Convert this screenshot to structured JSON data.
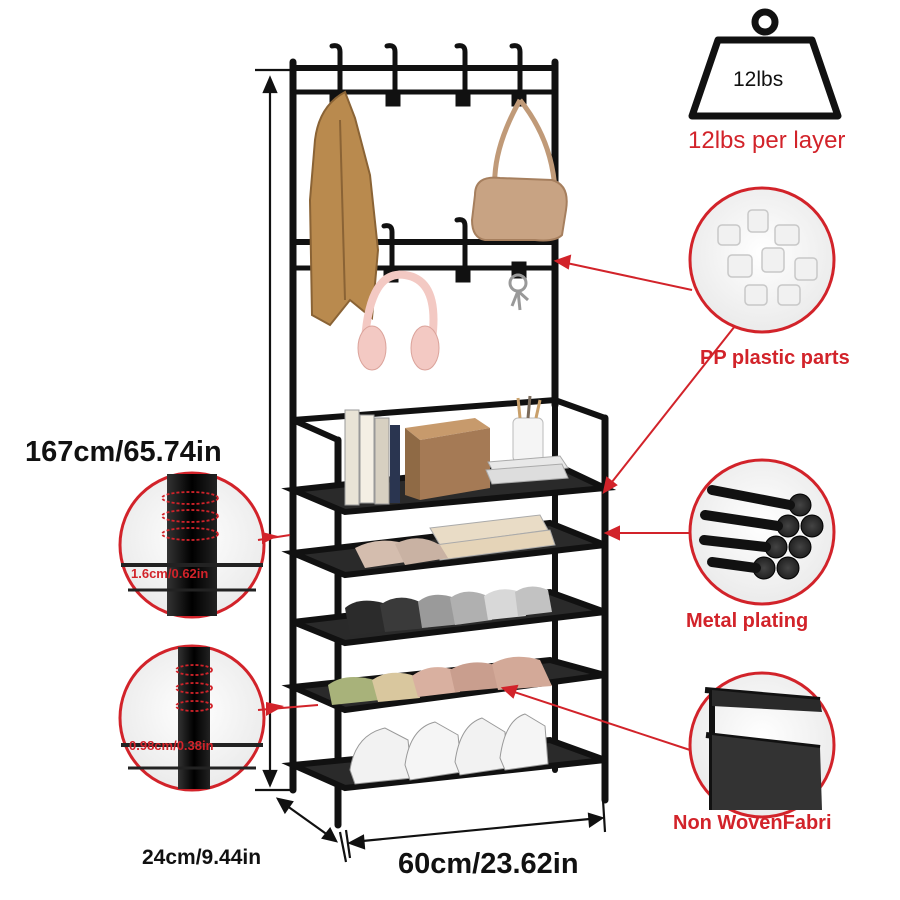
{
  "dimensions": {
    "height": "167cm/65.74in",
    "depth": "24cm/9.44in",
    "width": "60cm/23.62in"
  },
  "weight": {
    "badge_text": "12lbs",
    "caption": "12lbs per layer"
  },
  "tube_details": [
    {
      "label": "1.6cm/0.62in"
    },
    {
      "label": "0.98cm/0.38in"
    }
  ],
  "features": [
    {
      "label": "PP plastic parts"
    },
    {
      "label": "Metal plating"
    },
    {
      "label": "Non WovenFabri"
    }
  ],
  "colors": {
    "accent_red": "#d2232a",
    "frame_black": "#111111",
    "coat": "#b98a4e",
    "handbag": "#c8a383",
    "headphones": "#f3c9c3",
    "book_box": "#a57a55"
  }
}
